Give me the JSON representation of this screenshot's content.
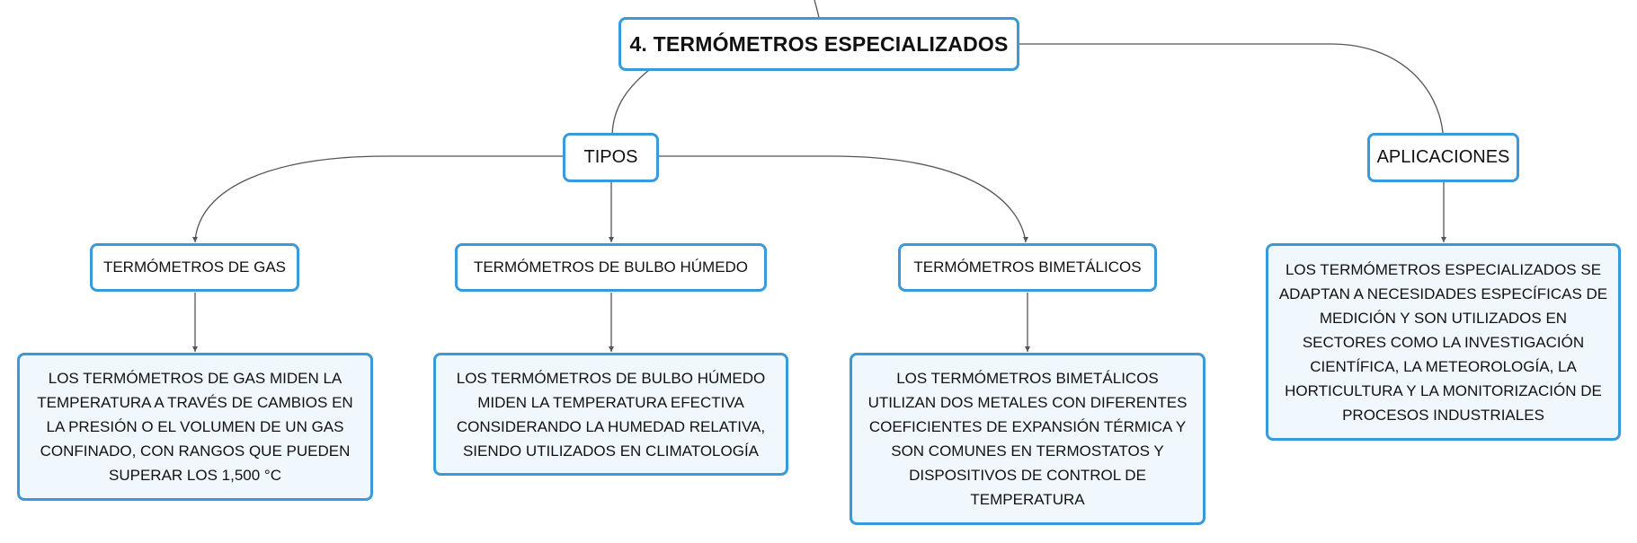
{
  "diagram": {
    "root": {
      "label": "4. TERMÓMETROS ESPECIALIZADOS"
    },
    "tipos": {
      "label": "TIPOS"
    },
    "aplicaciones": {
      "label": "APLICACIONES",
      "description": "LOS TERMÓMETROS ESPECIALIZADOS SE ADAPTAN A NECESIDADES ESPECÍFICAS DE MEDICIÓN Y SON UTILIZADOS EN SECTORES COMO LA INVESTIGACIÓN CIENTÍFICA, LA METEOROLOGÍA, LA HORTICULTURA Y LA MONITORIZACIÓN DE PROCESOS INDUSTRIALES"
    },
    "types": [
      {
        "label": "TERMÓMETROS DE GAS",
        "description": "LOS TERMÓMETROS DE GAS MIDEN LA TEMPERATURA A TRAVÉS DE CAMBIOS EN LA PRESIÓN O EL VOLUMEN DE UN GAS CONFINADO, CON RANGOS QUE PUEDEN SUPERAR LOS 1,500 °C"
      },
      {
        "label": "TERMÓMETROS DE BULBO HÚMEDO",
        "description": "LOS TERMÓMETROS DE BULBO HÚMEDO MIDEN LA TEMPERATURA EFECTIVA CONSIDERANDO LA HUMEDAD RELATIVA, SIENDO UTILIZADOS EN CLIMATOLOGÍA"
      },
      {
        "label": "TERMÓMETROS BIMETÁLICOS",
        "description": "LOS TERMÓMETROS BIMETÁLICOS UTILIZAN DOS METALES CON DIFERENTES COEFICIENTES DE EXPANSIÓN TÉRMICA Y SON COMUNES EN TERMOSTATOS Y DISPOSITIVOS DE CONTROL DE TEMPERATURA"
      }
    ],
    "colors": {
      "node_border": "#3a9ad9",
      "leaf_fill": "#f1f8fd",
      "connector": "#555555"
    }
  }
}
